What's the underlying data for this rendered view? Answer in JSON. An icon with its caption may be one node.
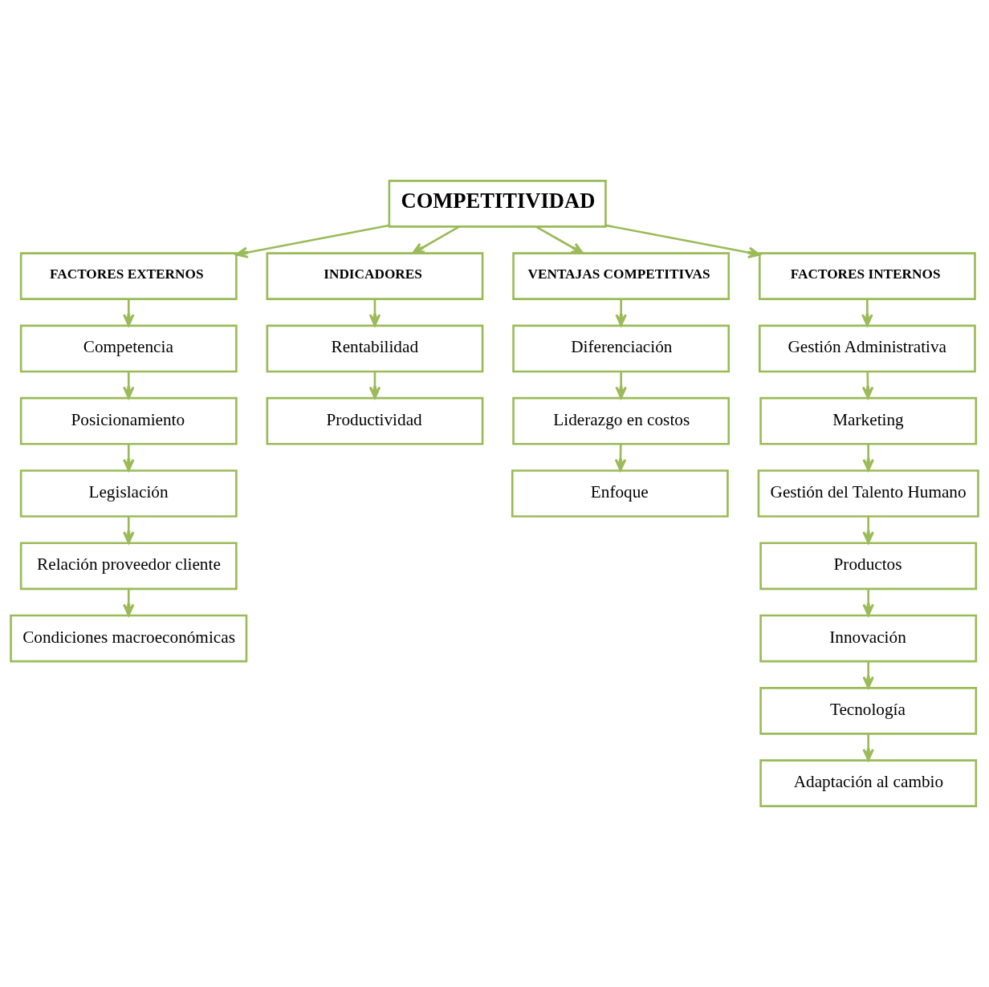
{
  "diagram": {
    "nodes": [
      {
        "text": [
          "COMPETITIVIDAD"
        ]
      },
      {
        "text": [
          "FACTORES EXTERNOS"
        ]
      },
      {
        "text": [
          "Competencia"
        ]
      },
      {
        "text": [
          "Posicionamiento"
        ]
      },
      {
        "text": [
          "Legislación"
        ]
      },
      {
        "text": [
          "Relación proveedor cliente"
        ]
      },
      {
        "text": [
          "Condiciones macroeconómicas"
        ]
      },
      {
        "text": [
          "INDICADORES"
        ]
      },
      {
        "text": [
          "Rentabilidad"
        ]
      },
      {
        "text": [
          "Productividad"
        ]
      },
      {
        "text": [
          "VENTAJAS COMPETITIVAS"
        ]
      },
      {
        "text": [
          "Diferenciación"
        ]
      },
      {
        "text": [
          "Liderazgo en costos"
        ]
      },
      {
        "text": [
          "Enfoque"
        ]
      },
      {
        "text": [
          "FACTORES INTERNOS"
        ]
      },
      {
        "text": [
          "Gestión Administrativa"
        ]
      },
      {
        "text": [
          "Marketing"
        ]
      },
      {
        "text": [
          "Gestión del Talento Humano"
        ]
      },
      {
        "text": [
          "Productos"
        ]
      },
      {
        "text": [
          "Innovación"
        ]
      },
      {
        "text": [
          "Tecnología"
        ]
      },
      {
        "text": [
          "Adaptación al cambio"
        ]
      }
    ],
    "edges": [
      {
        "from": 0,
        "to": 1,
        "arrow": "to"
      },
      {
        "from": 0,
        "to": 7,
        "arrow": "to"
      },
      {
        "from": 0,
        "to": 10,
        "arrow": "to"
      },
      {
        "from": 0,
        "to": 14,
        "arrow": "to"
      },
      {
        "from": 1,
        "to": 2,
        "arrow": "to"
      },
      {
        "from": 2,
        "to": 3,
        "arrow": "to"
      },
      {
        "from": 3,
        "to": 4,
        "arrow": "to"
      },
      {
        "from": 4,
        "to": 5,
        "arrow": "to"
      },
      {
        "from": 5,
        "to": 6,
        "arrow": "to"
      },
      {
        "from": 7,
        "to": 8,
        "arrow": "to"
      },
      {
        "from": 8,
        "to": 9,
        "arrow": "to"
      },
      {
        "from": 10,
        "to": 11,
        "arrow": "to"
      },
      {
        "from": 11,
        "to": 12,
        "arrow": "to"
      },
      {
        "from": 12,
        "to": 13,
        "arrow": "to"
      },
      {
        "from": 14,
        "to": 15,
        "arrow": "to"
      },
      {
        "from": 15,
        "to": 16,
        "arrow": "to"
      },
      {
        "from": 16,
        "to": 17,
        "arrow": "to"
      },
      {
        "from": 17,
        "to": 18,
        "arrow": "to"
      },
      {
        "from": 18,
        "to": 19,
        "arrow": "to"
      },
      {
        "from": 19,
        "to": 20,
        "arrow": "to"
      },
      {
        "from": 20,
        "to": 21,
        "arrow": "to"
      }
    ]
  }
}
